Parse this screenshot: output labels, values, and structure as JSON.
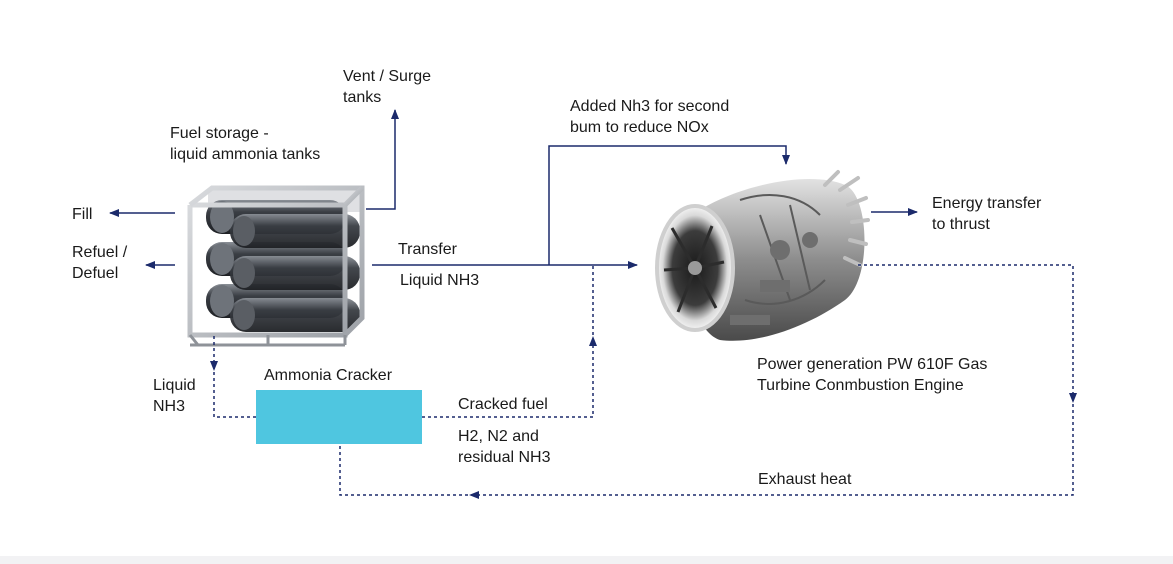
{
  "labels": {
    "vent_surge": [
      "Vent / Surge",
      "tanks"
    ],
    "fuel_storage": [
      "Fuel storage -",
      "liquid ammonia tanks"
    ],
    "fill": "Fill",
    "refuel_defuel": [
      "Refuel /",
      "Defuel"
    ],
    "transfer": "Transfer",
    "liquid_nh3_transfer": "Liquid NH3",
    "added_nh3": [
      "Added Nh3 for second",
      "bum to reduce NOx"
    ],
    "energy_transfer": [
      "Energy transfer",
      "to thrust"
    ],
    "power_generation": [
      "Power generation PW 610F Gas",
      "Turbine Conmbustion Engine"
    ],
    "liquid_nh3_cracker": [
      "Liquid",
      "NH3"
    ],
    "ammonia_cracker": "Ammonia Cracker",
    "cracked_fuel": "Cracked fuel",
    "cracked_fuel_composition": [
      "H2, N2 and",
      "residual NH3"
    ],
    "exhaust_heat": "Exhaust heat"
  },
  "colors": {
    "arrow": "#1b2a6b",
    "cracker_box": "#4fc6e0",
    "text": "#1a1a1a"
  },
  "icons": {
    "tank_rack": "ammonia-tank-rack-icon",
    "engine": "turbine-engine-icon"
  }
}
